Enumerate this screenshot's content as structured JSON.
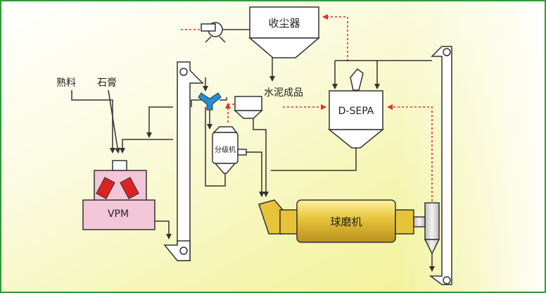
{
  "labels": {
    "dust_collector": "收尘器",
    "cement_product": "水泥成品",
    "clinker": "熟料",
    "gypsum": "石膏",
    "separator": "D-SEPA",
    "classifier": "分级机",
    "vpm": "VPM",
    "ball_mill": "球磨机"
  },
  "colors": {
    "border": "#2e9b3a",
    "bg_yellow": "#f2f29a",
    "bg_white": "#ffffff",
    "flow_line": "#333333",
    "air_flow": "#e03030",
    "equipment_fill": "#ffffff",
    "vpm_fill": "#f3c6d8",
    "vpm_rollers": "#dd2222",
    "mill_gold": "#e6c43a",
    "elevator_gray": "#d9d9d9"
  }
}
